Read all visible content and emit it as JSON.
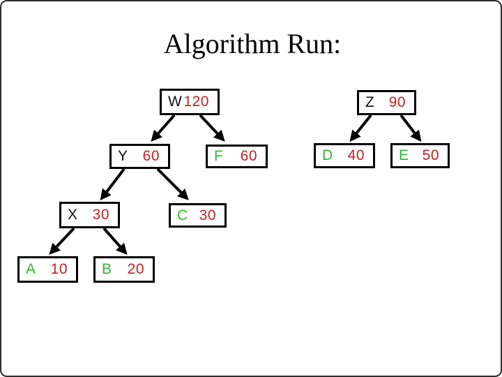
{
  "title": "Algorithm Run:",
  "colors": {
    "value_red": "#c22222",
    "key_green": "#2eb82e",
    "key_black": "#111111",
    "edge_black": "#000000"
  },
  "tree": {
    "nodes": [
      {
        "id": "W",
        "key": "W",
        "value": "120",
        "key_color": "black"
      },
      {
        "id": "Z",
        "key": "Z",
        "value": "90",
        "key_color": "black"
      },
      {
        "id": "Y",
        "key": "Y",
        "value": "60",
        "key_color": "black"
      },
      {
        "id": "F",
        "key": "F",
        "value": "60",
        "key_color": "green"
      },
      {
        "id": "D",
        "key": "D",
        "value": "40",
        "key_color": "green"
      },
      {
        "id": "E",
        "key": "E",
        "value": "50",
        "key_color": "green"
      },
      {
        "id": "X",
        "key": "X",
        "value": "30",
        "key_color": "black"
      },
      {
        "id": "C",
        "key": "C",
        "value": "30",
        "key_color": "green"
      },
      {
        "id": "A",
        "key": "A",
        "value": "10",
        "key_color": "green"
      },
      {
        "id": "B",
        "key": "B",
        "value": "20",
        "key_color": "green"
      }
    ],
    "edges": [
      {
        "from": "W",
        "to": "Y"
      },
      {
        "from": "W",
        "to": "F"
      },
      {
        "from": "Z",
        "to": "D"
      },
      {
        "from": "Z",
        "to": "E"
      },
      {
        "from": "Y",
        "to": "X"
      },
      {
        "from": "Y",
        "to": "C"
      },
      {
        "from": "X",
        "to": "A"
      },
      {
        "from": "X",
        "to": "B"
      }
    ]
  }
}
